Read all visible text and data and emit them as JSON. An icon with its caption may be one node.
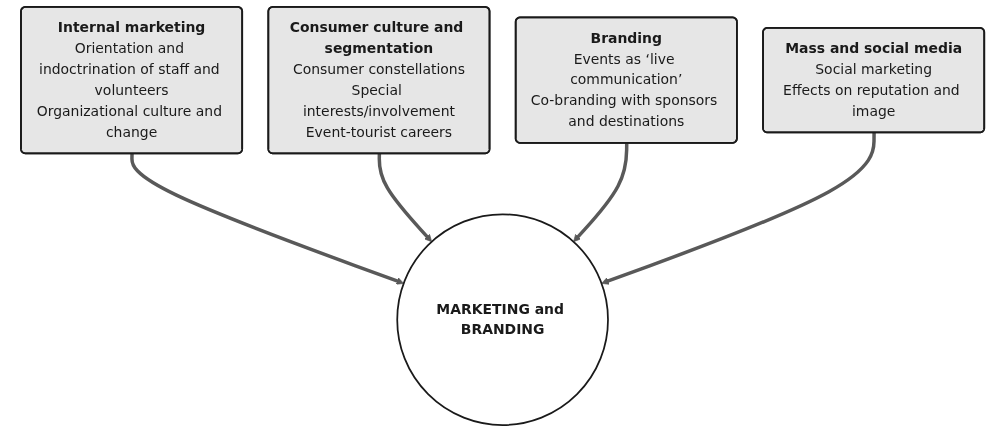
{
  "diagram": {
    "nodes": [
      {
        "text": [
          "Internal marketing",
          "Orientation and indoctrination of staff and volunteers",
          "Organizational culture and change"
        ]
      },
      {
        "text": [
          "Consumer culture and segmentation",
          "Consumer constellations",
          "Special interests/involvement",
          "Event-tourist careers"
        ]
      },
      {
        "text": [
          "Branding",
          "Events as ‘live communication’",
          "Co-branding with sponsors and destinations"
        ]
      },
      {
        "text": [
          "MARKETING and BRANDING"
        ]
      },
      {
        "text": [
          "Mass and social media",
          "Social marketing",
          "Effects on reputation and image"
        ]
      }
    ],
    "edges": [
      {
        "from": 0,
        "to": 3,
        "arrow": "to"
      },
      {
        "from": 1,
        "to": 3,
        "arrow": "to"
      },
      {
        "from": 2,
        "to": 3,
        "arrow": "to"
      },
      {
        "from": 4,
        "to": 3,
        "arrow": "to"
      }
    ]
  }
}
